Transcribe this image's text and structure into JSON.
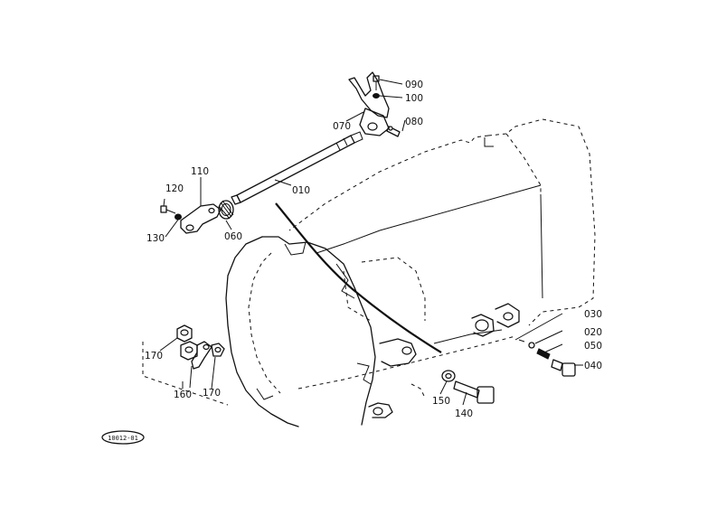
{
  "diagram": {
    "callouts": [
      {
        "id": "c010",
        "text": "010"
      },
      {
        "id": "c020",
        "text": "020"
      },
      {
        "id": "c030",
        "text": "030"
      },
      {
        "id": "c040",
        "text": "040"
      },
      {
        "id": "c050",
        "text": "050"
      },
      {
        "id": "c060",
        "text": "060"
      },
      {
        "id": "c070",
        "text": "070"
      },
      {
        "id": "c080",
        "text": "080"
      },
      {
        "id": "c090",
        "text": "090"
      },
      {
        "id": "c100",
        "text": "100"
      },
      {
        "id": "c110",
        "text": "110"
      },
      {
        "id": "c120",
        "text": "120"
      },
      {
        "id": "c130",
        "text": "130"
      },
      {
        "id": "c140",
        "text": "140"
      },
      {
        "id": "c150",
        "text": "150"
      },
      {
        "id": "c160",
        "text": "160"
      },
      {
        "id": "c170a",
        "text": "170"
      },
      {
        "id": "c170b",
        "text": "170"
      }
    ],
    "drawing_tag": "10012-01"
  }
}
